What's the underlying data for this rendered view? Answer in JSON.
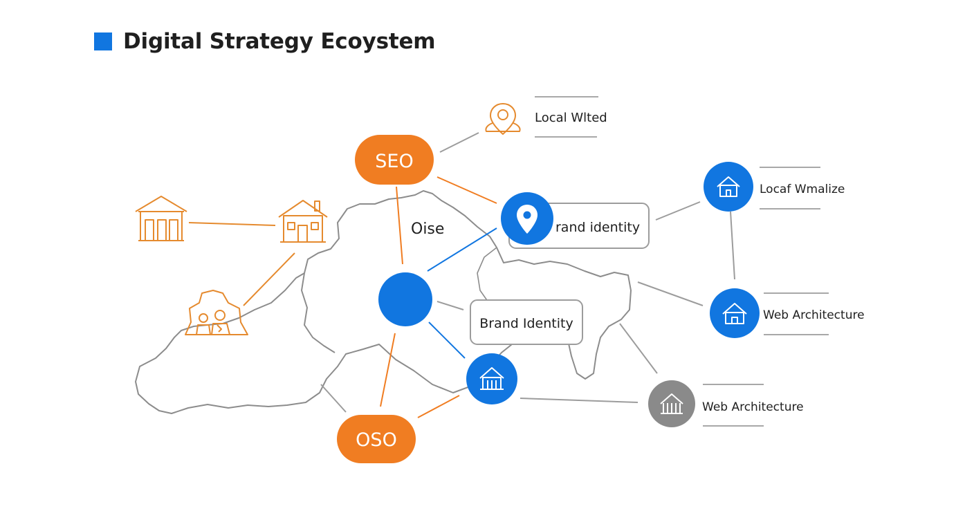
{
  "title": "Digital Strategy Ecoystem",
  "colors": {
    "accent_blue": "#1176e0",
    "accent_orange": "#f07d22",
    "icon_orange": "#e58a2e",
    "neutral_gray": "#8a8a8a",
    "map_outline": "#8c8c8c",
    "line_gray": "#9c9c9c",
    "text_dark": "#1f1f1f"
  },
  "nodes": {
    "seo": "SEO",
    "oso": "OSO",
    "oise": "Oise",
    "brand_identity_upper": "rand identity",
    "brand_identity_lower": "Brand Identity",
    "local_wited": "Local Wlted",
    "local_winalize": "Locaf Wmalize",
    "web_architecture_1": "Web Architecture",
    "web_architecture_2": "Web Architecture"
  },
  "icons": {
    "location_pin": "map-pin-icon",
    "location_badge": "location-badge-icon",
    "house": "house-icon",
    "store": "storefront-icon",
    "community": "people-in-house-icon",
    "building": "building-icon"
  }
}
